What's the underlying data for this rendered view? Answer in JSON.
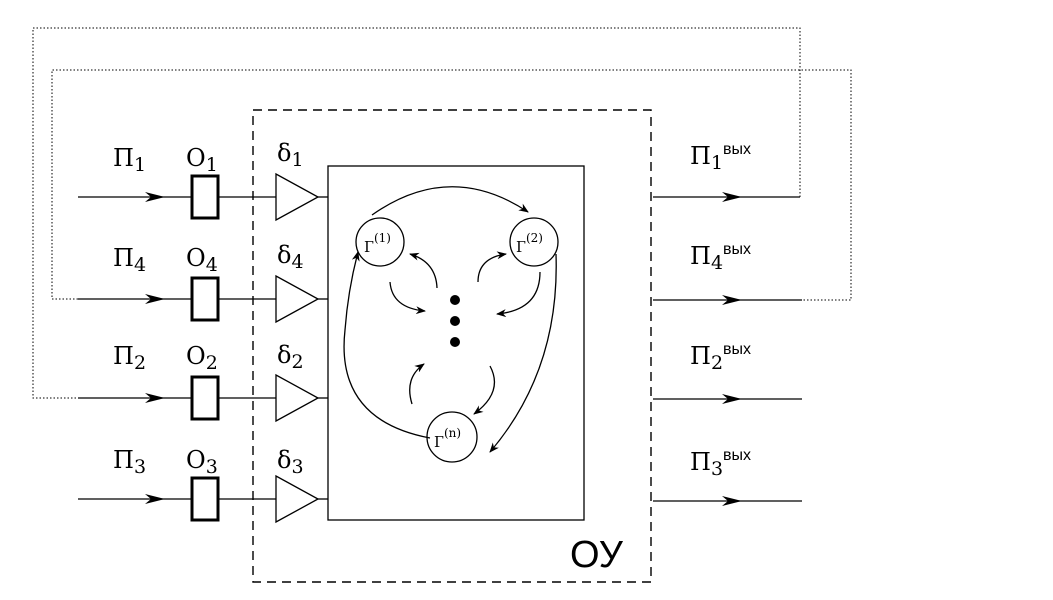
{
  "object_label": "ОУ",
  "inputs": [
    {
      "flow": "П",
      "flow_sub": "1",
      "module": "О",
      "module_sub": "1",
      "delta": "δ",
      "delta_sub": "1"
    },
    {
      "flow": "П",
      "flow_sub": "4",
      "module": "О",
      "module_sub": "4",
      "delta": "δ",
      "delta_sub": "4"
    },
    {
      "flow": "П",
      "flow_sub": "2",
      "module": "О",
      "module_sub": "2",
      "delta": "δ",
      "delta_sub": "2"
    },
    {
      "flow": "П",
      "flow_sub": "3",
      "module": "О",
      "module_sub": "3",
      "delta": "δ",
      "delta_sub": "3"
    }
  ],
  "outputs": [
    {
      "flow": "П",
      "flow_sub": "1",
      "sup": "вых"
    },
    {
      "flow": "П",
      "flow_sub": "4",
      "sup": "вых"
    },
    {
      "flow": "П",
      "flow_sub": "2",
      "sup": "вых"
    },
    {
      "flow": "П",
      "flow_sub": "3",
      "sup": "вых"
    }
  ],
  "nodes": [
    {
      "symbol": "Г",
      "sup": "(1)"
    },
    {
      "symbol": "Г",
      "sup": "(2)"
    },
    {
      "symbol": "Г",
      "sup": "(n)"
    }
  ]
}
